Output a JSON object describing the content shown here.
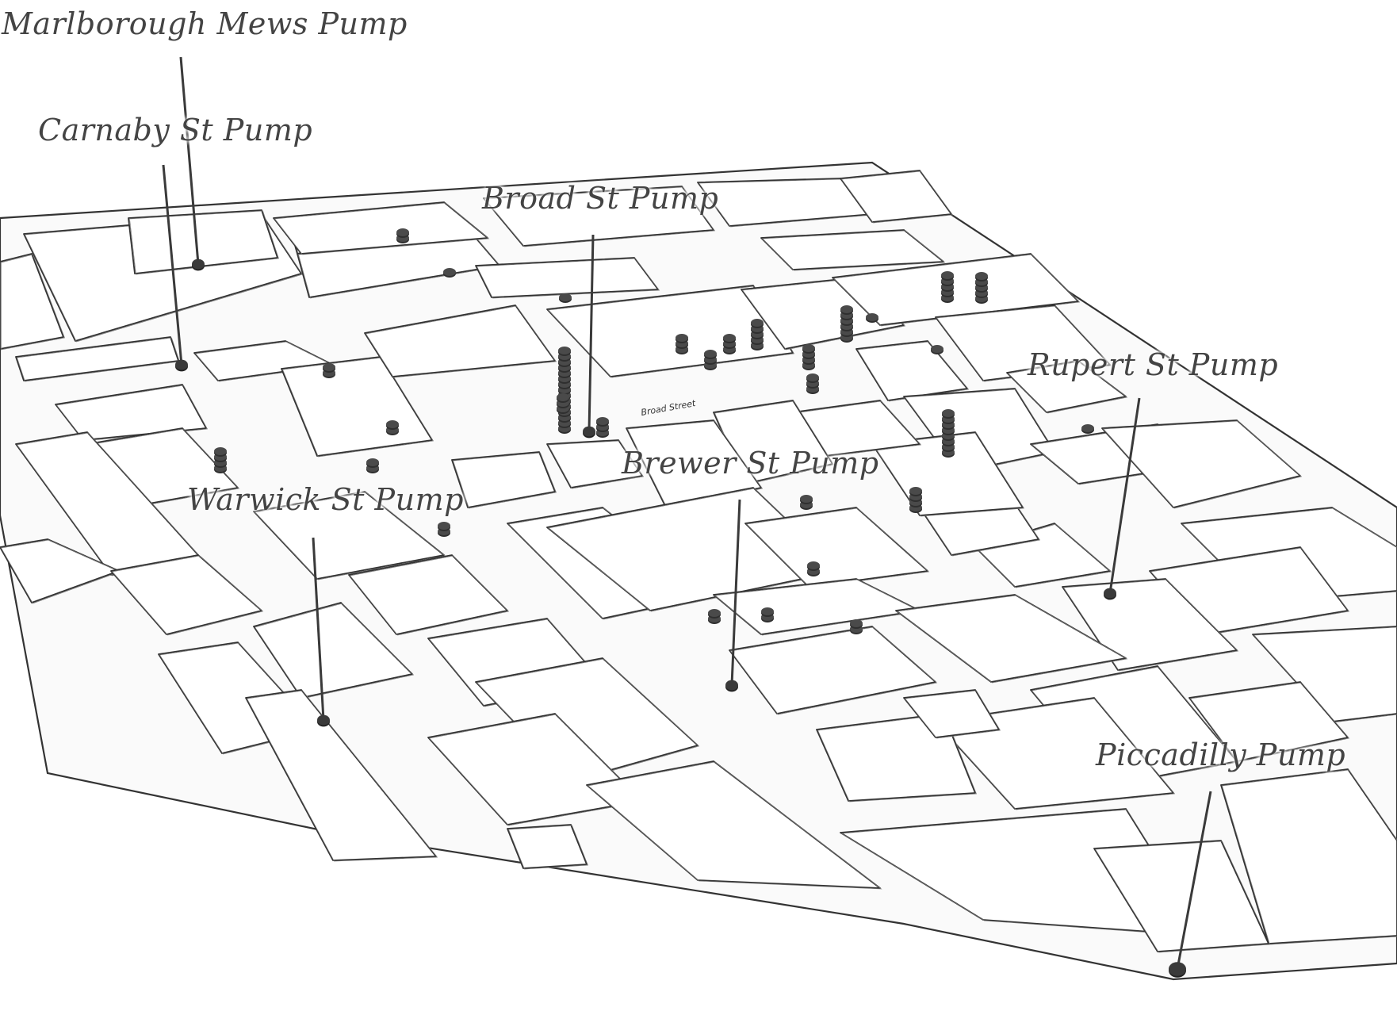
{
  "map": {
    "title": "Broad Street cholera outbreak — deaths and water pumps (Soho, London)",
    "stroke_color": "#333333",
    "road_fill": "#fafafa",
    "death_color": "#4a4a4a",
    "pump_color": "#3a3a3a"
  },
  "street_labels": [
    {
      "name": "broad-street",
      "text": "Broad Street"
    }
  ],
  "pumps": [
    {
      "id": "marlborough-mews",
      "label": "Marlborough Mews Pump"
    },
    {
      "id": "carnaby-st",
      "label": "Carnaby St Pump"
    },
    {
      "id": "broad-st",
      "label": "Broad St Pump"
    },
    {
      "id": "rupert-st",
      "label": "Rupert St Pump"
    },
    {
      "id": "brewer-st",
      "label": "Brewer St Pump"
    },
    {
      "id": "warwick-st",
      "label": "Warwick St Pump"
    },
    {
      "id": "piccadilly",
      "label": "Piccadilly Pump"
    }
  ],
  "deaths": [
    {
      "count": 15
    },
    {
      "count": 8
    },
    {
      "count": 6
    },
    {
      "count": 5
    },
    {
      "count": 4
    },
    {
      "count": 4
    },
    {
      "count": 4
    },
    {
      "count": 5
    },
    {
      "count": 5
    },
    {
      "count": 3
    },
    {
      "count": 3
    },
    {
      "count": 3
    },
    {
      "count": 3
    },
    {
      "count": 3
    },
    {
      "count": 3
    },
    {
      "count": 2
    },
    {
      "count": 2
    },
    {
      "count": 2
    },
    {
      "count": 2
    },
    {
      "count": 2
    },
    {
      "count": 2
    },
    {
      "count": 2
    },
    {
      "count": 2
    },
    {
      "count": 2
    },
    {
      "count": 2
    },
    {
      "count": 1
    },
    {
      "count": 1
    },
    {
      "count": 1
    },
    {
      "count": 1
    },
    {
      "count": 1
    }
  ]
}
